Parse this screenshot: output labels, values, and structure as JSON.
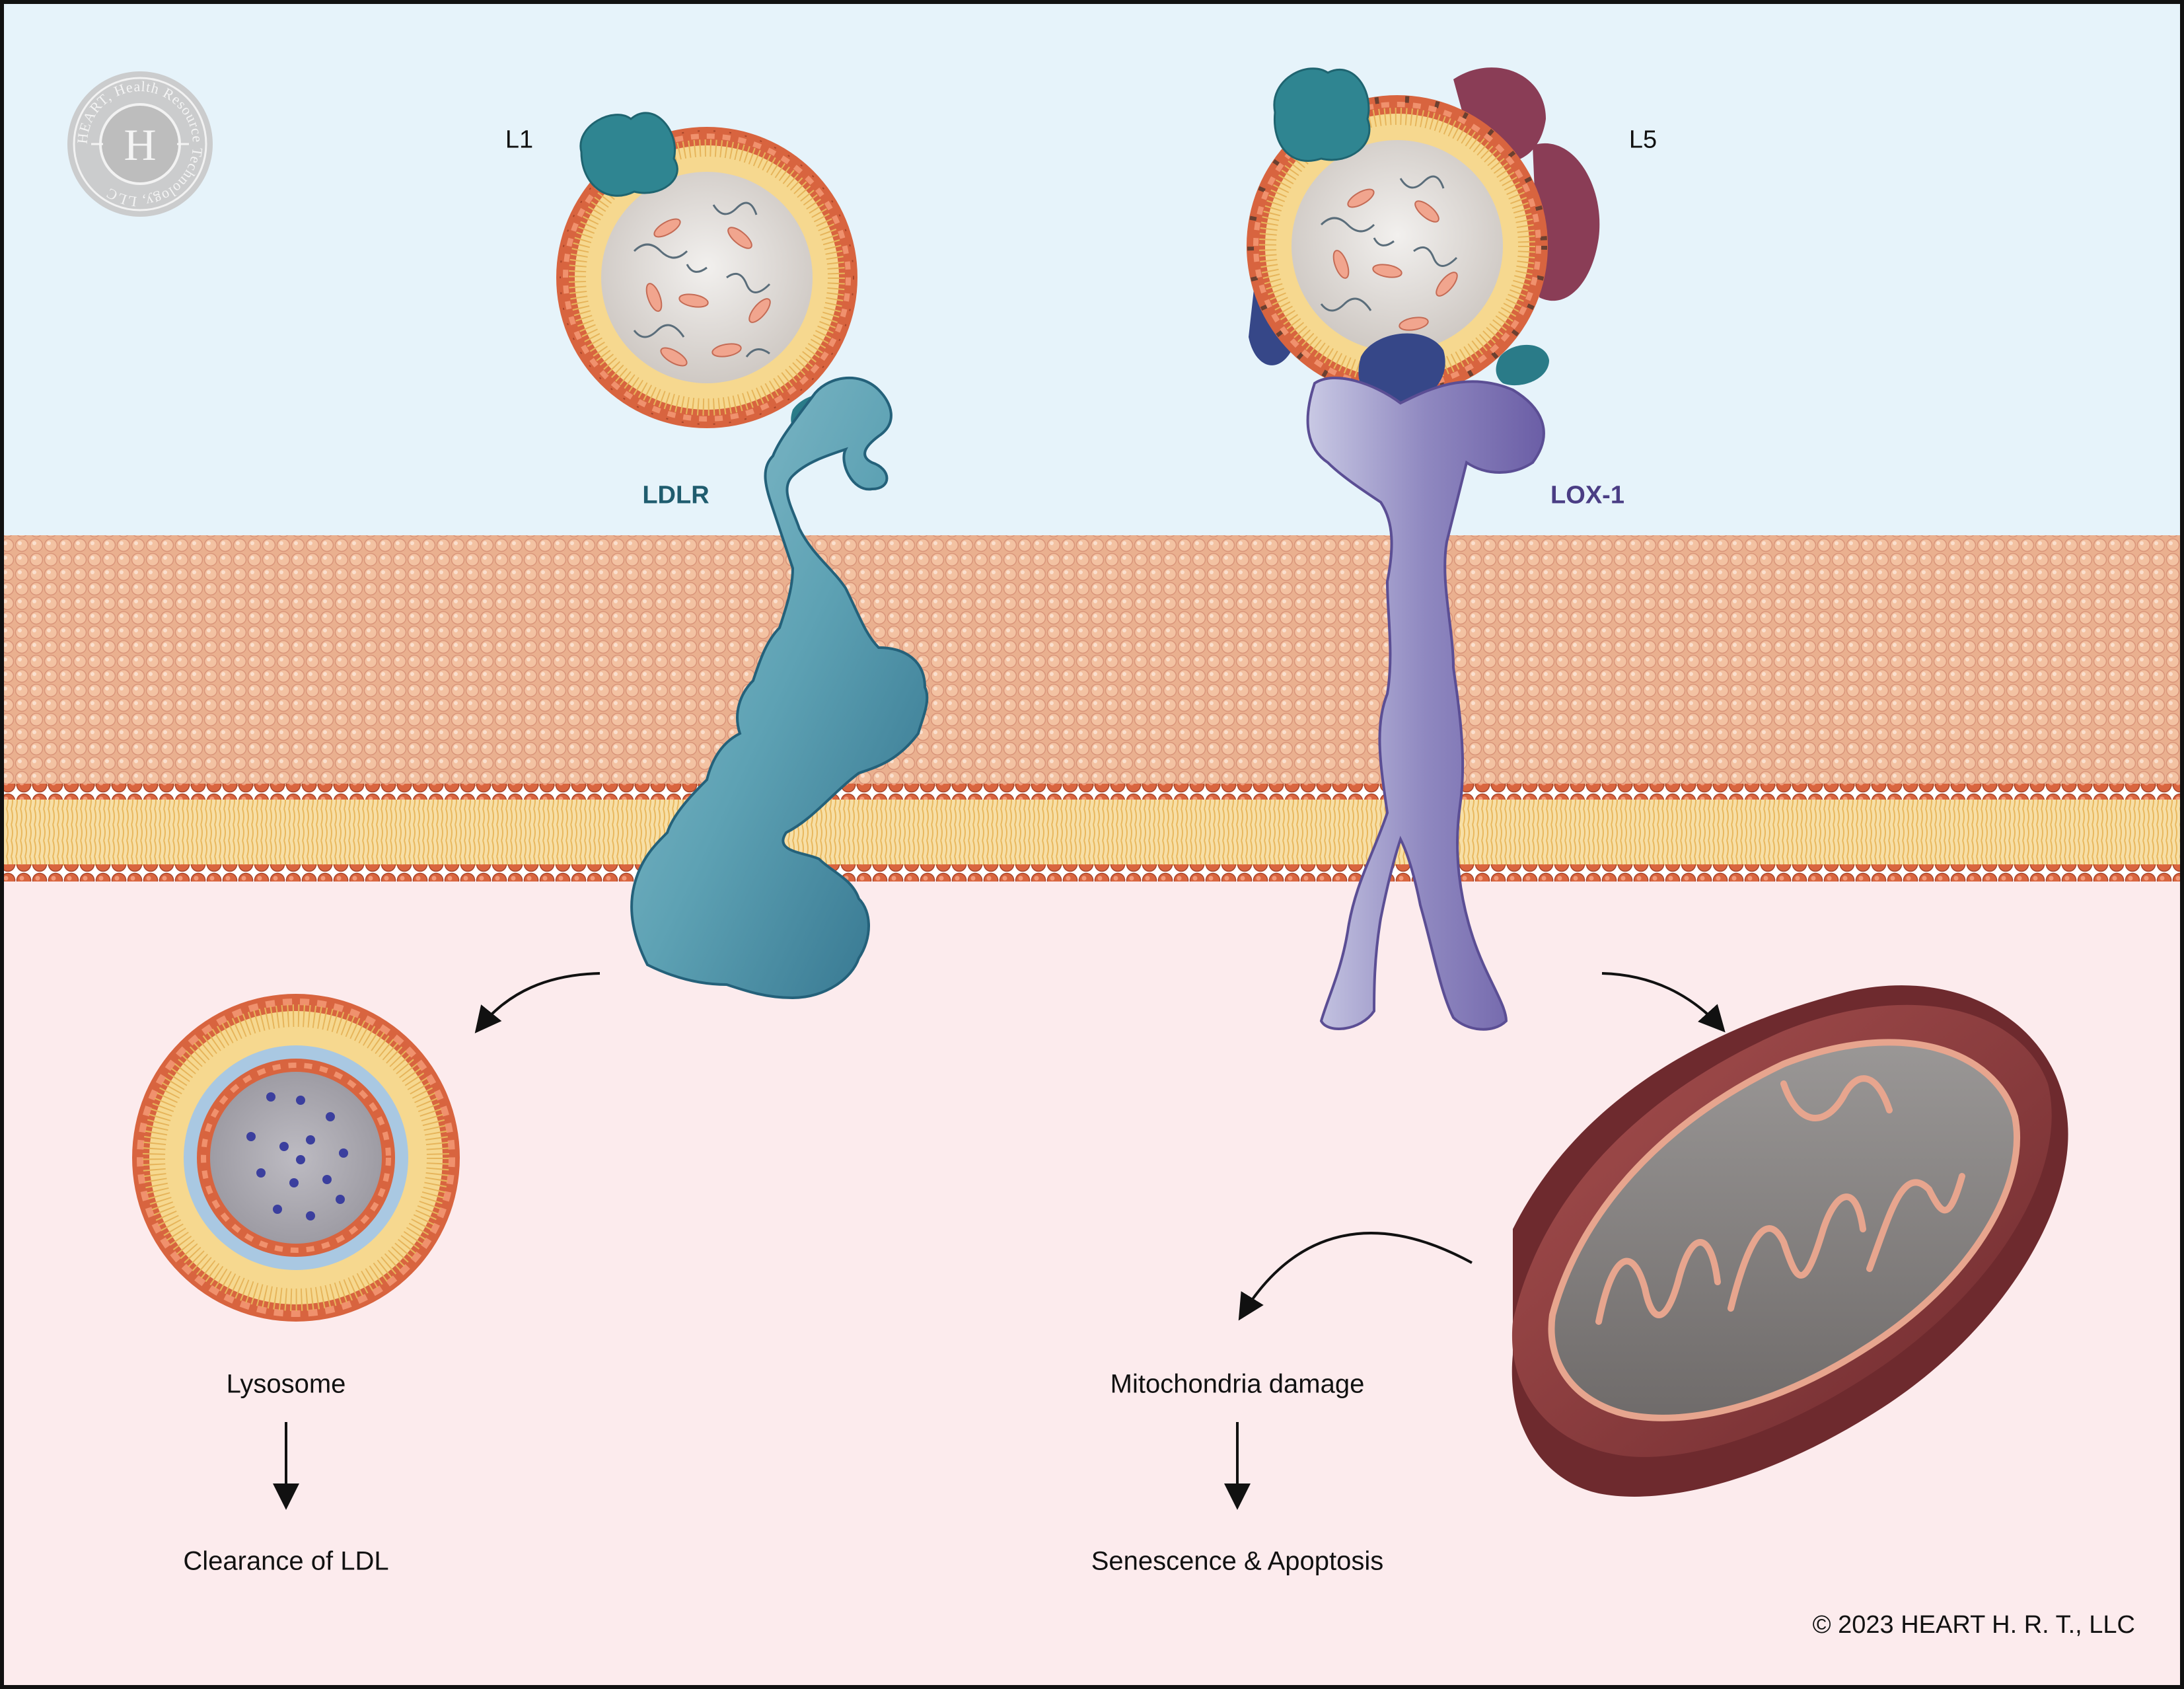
{
  "colors": {
    "extracellular": "#e6f3fa",
    "cytoplasm": "#fcebed",
    "membrane": "#f0b793",
    "lipid_head": "#d7633f",
    "lipid_tail": "#f4d38d",
    "ldlr": "#4f97aa",
    "lox1": "#7f79b4",
    "apob": "#2f8591",
    "mitochondria": "#8c3a3d",
    "frame": "#111111"
  },
  "labels": {
    "l1": "L1",
    "l5": "L5",
    "ldlr": "LDLR",
    "lox1": "LOX-1",
    "lysosome": "Lysosome",
    "clearance": "Clearance of LDL",
    "mito_damage": "Mitochondria damage",
    "senescence": "Senescence & Apoptosis",
    "copyright": "© 2023 HEART H. R. T., LLC"
  },
  "seal": {
    "ring_text": "HEART, Health Resource Technology, LLC",
    "monogram": "H"
  },
  "icons": {
    "ldl_particle": "lipoprotein-particle-icon",
    "receptor": "receptor-protein-icon",
    "lysosome": "lysosome-icon",
    "mitochondria": "mitochondria-icon",
    "arrow": "arrow-icon"
  }
}
